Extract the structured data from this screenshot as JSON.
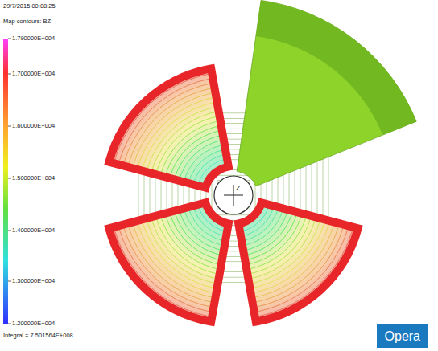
{
  "diagram": {
    "nodes": [
      {
        "text": [
          "Opera"
        ]
      }
    ],
    "labels": [
      "29/7/2015 00:08:25",
      "Map contours: BZ",
      "1.790000E+004",
      "1.700000E+004",
      "1.600000E+004",
      "1.500000E+004",
      "1.400000E+004",
      "1.300000E+004",
      "1.200000E+004",
      "Integral = 7.501564E+008",
      "Z"
    ]
  }
}
